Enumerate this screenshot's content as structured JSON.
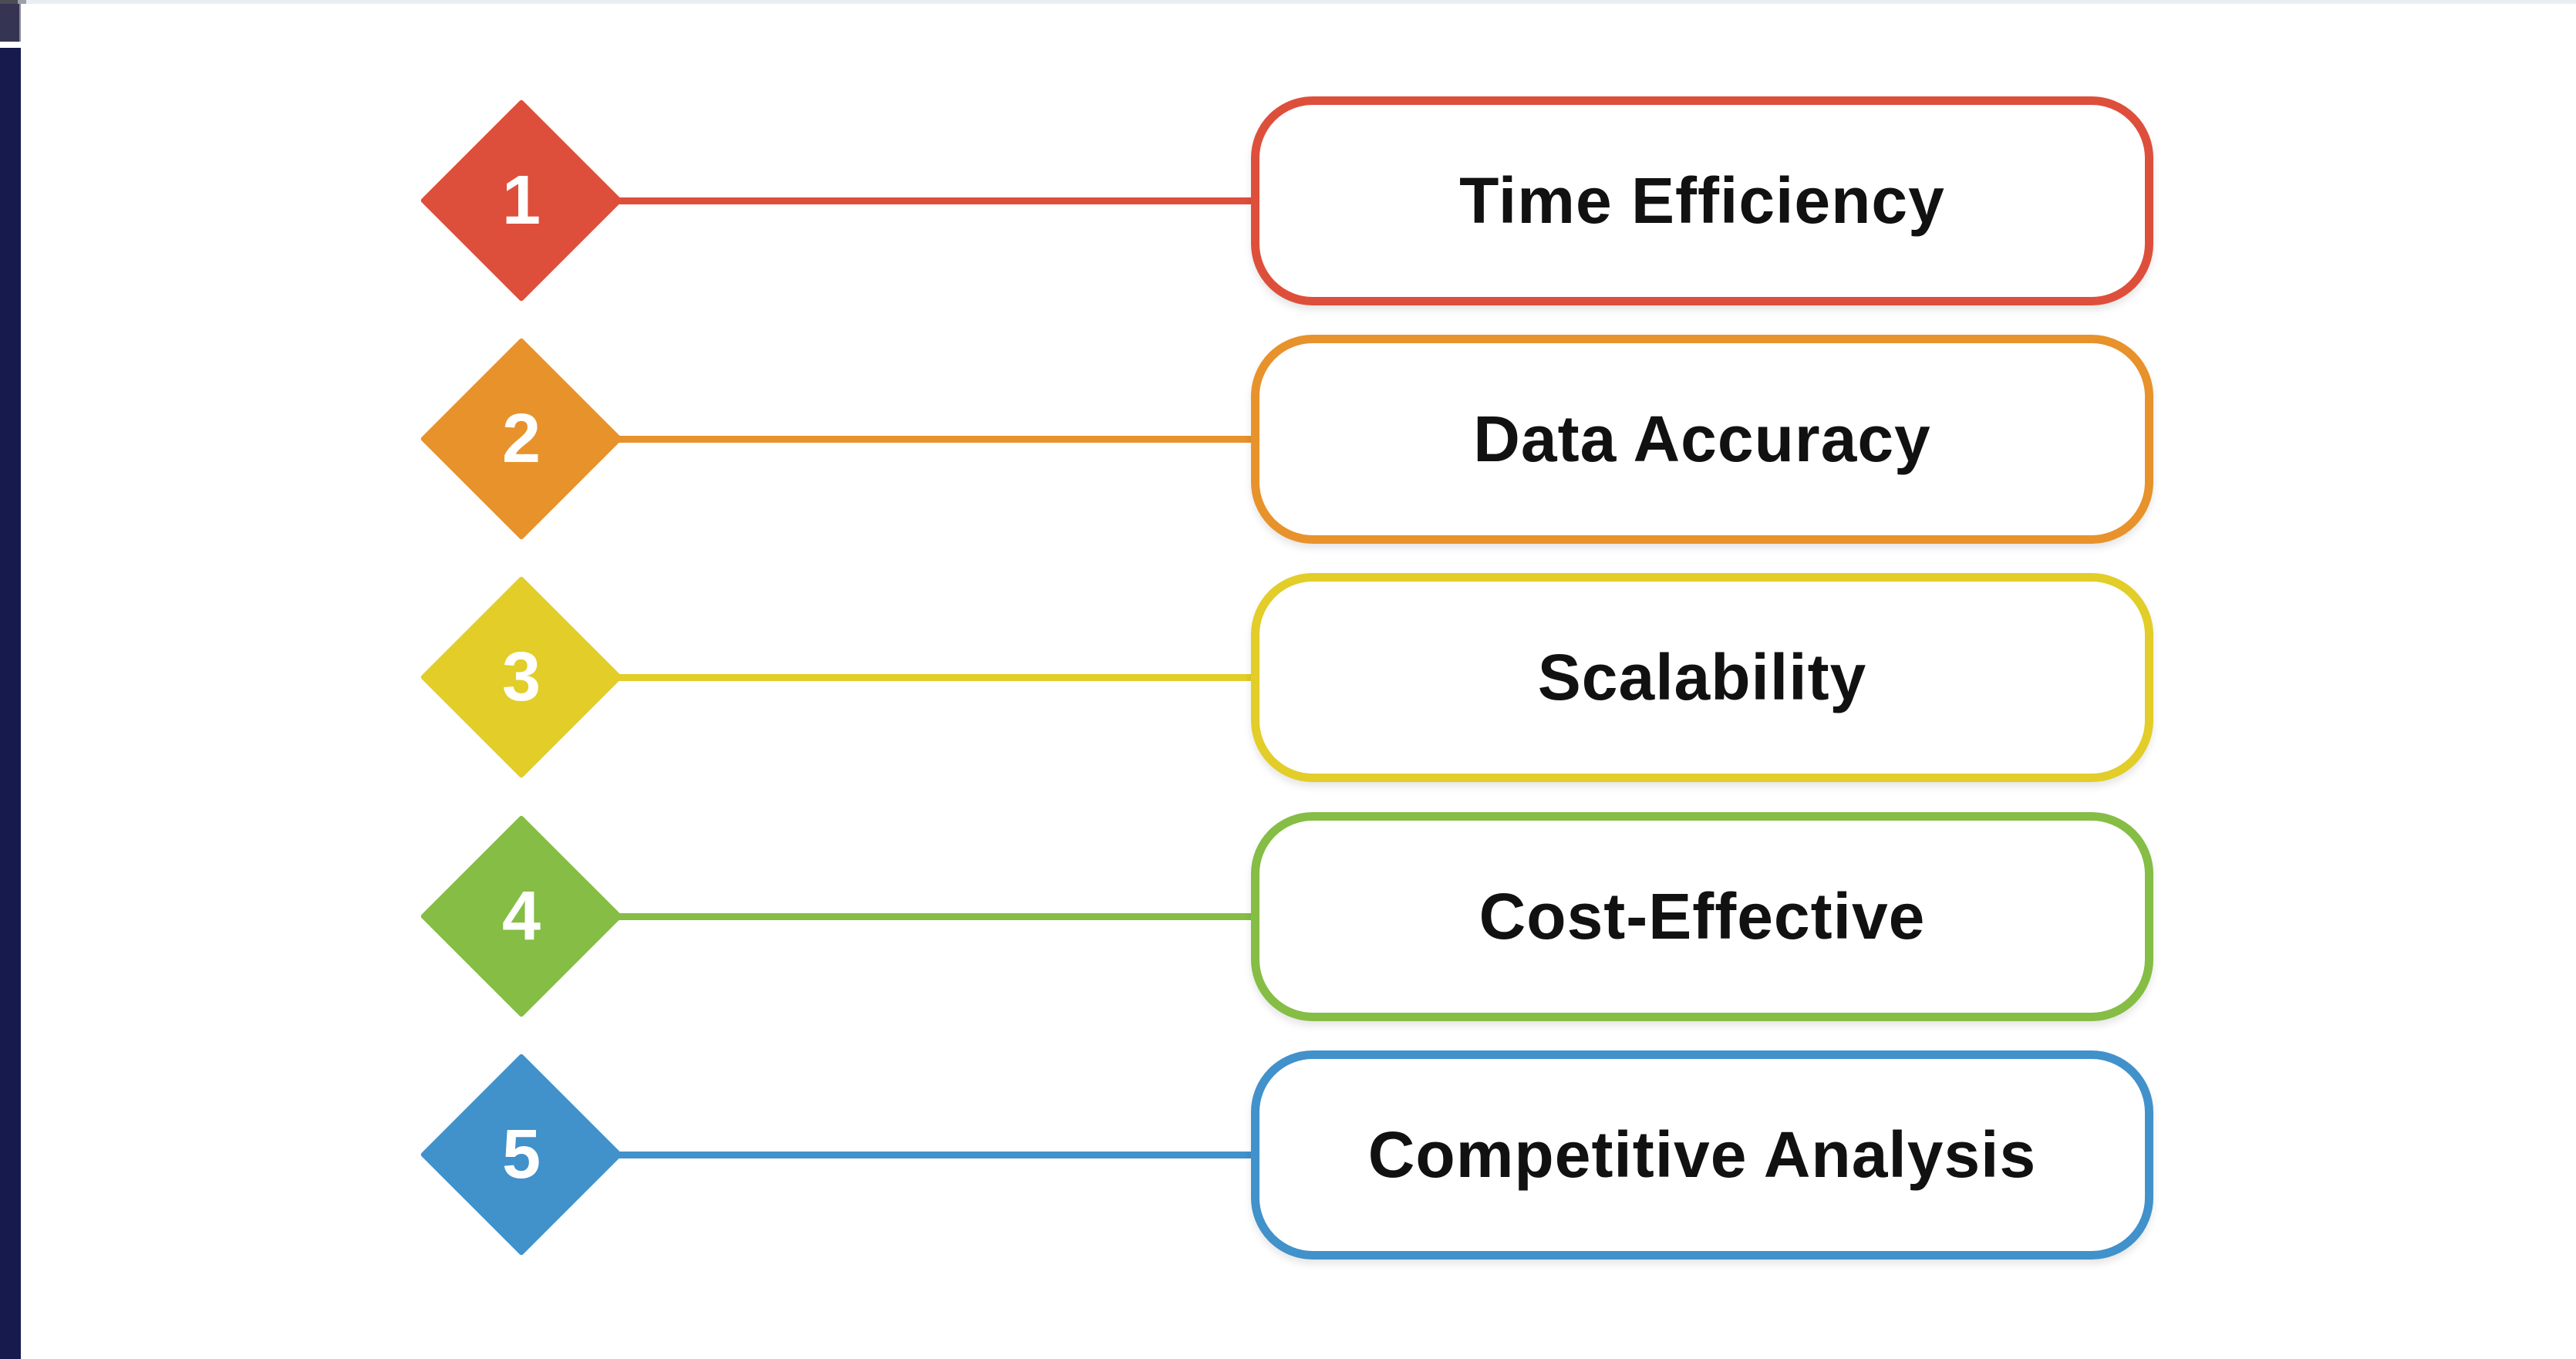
{
  "page": {
    "background": "#ffffff"
  },
  "chrome": {
    "top_strip_color": "#e9eef5",
    "top_left_dark_square_color": "#4c4c54",
    "top_left_light_square_color": "#9ea0a8",
    "left_bar_upper_color": "#353452",
    "left_bar_lower_color": "#171a4d"
  },
  "diagram": {
    "type": "numbered-list-infographic",
    "number_text_color": "#ffffff",
    "label_text_color": "#111111",
    "box_fill": "#ffffff",
    "items": [
      {
        "number": "1",
        "label": "Time Efficiency",
        "color": "#de4f3b"
      },
      {
        "number": "2",
        "label": "Data Accuracy",
        "color": "#e8922c"
      },
      {
        "number": "3",
        "label": "Scalability",
        "color": "#e2cd29"
      },
      {
        "number": "4",
        "label": "Cost-Effective",
        "color": "#85bd45"
      },
      {
        "number": "5",
        "label": "Competitive Analysis",
        "color": "#4191cb"
      }
    ]
  }
}
